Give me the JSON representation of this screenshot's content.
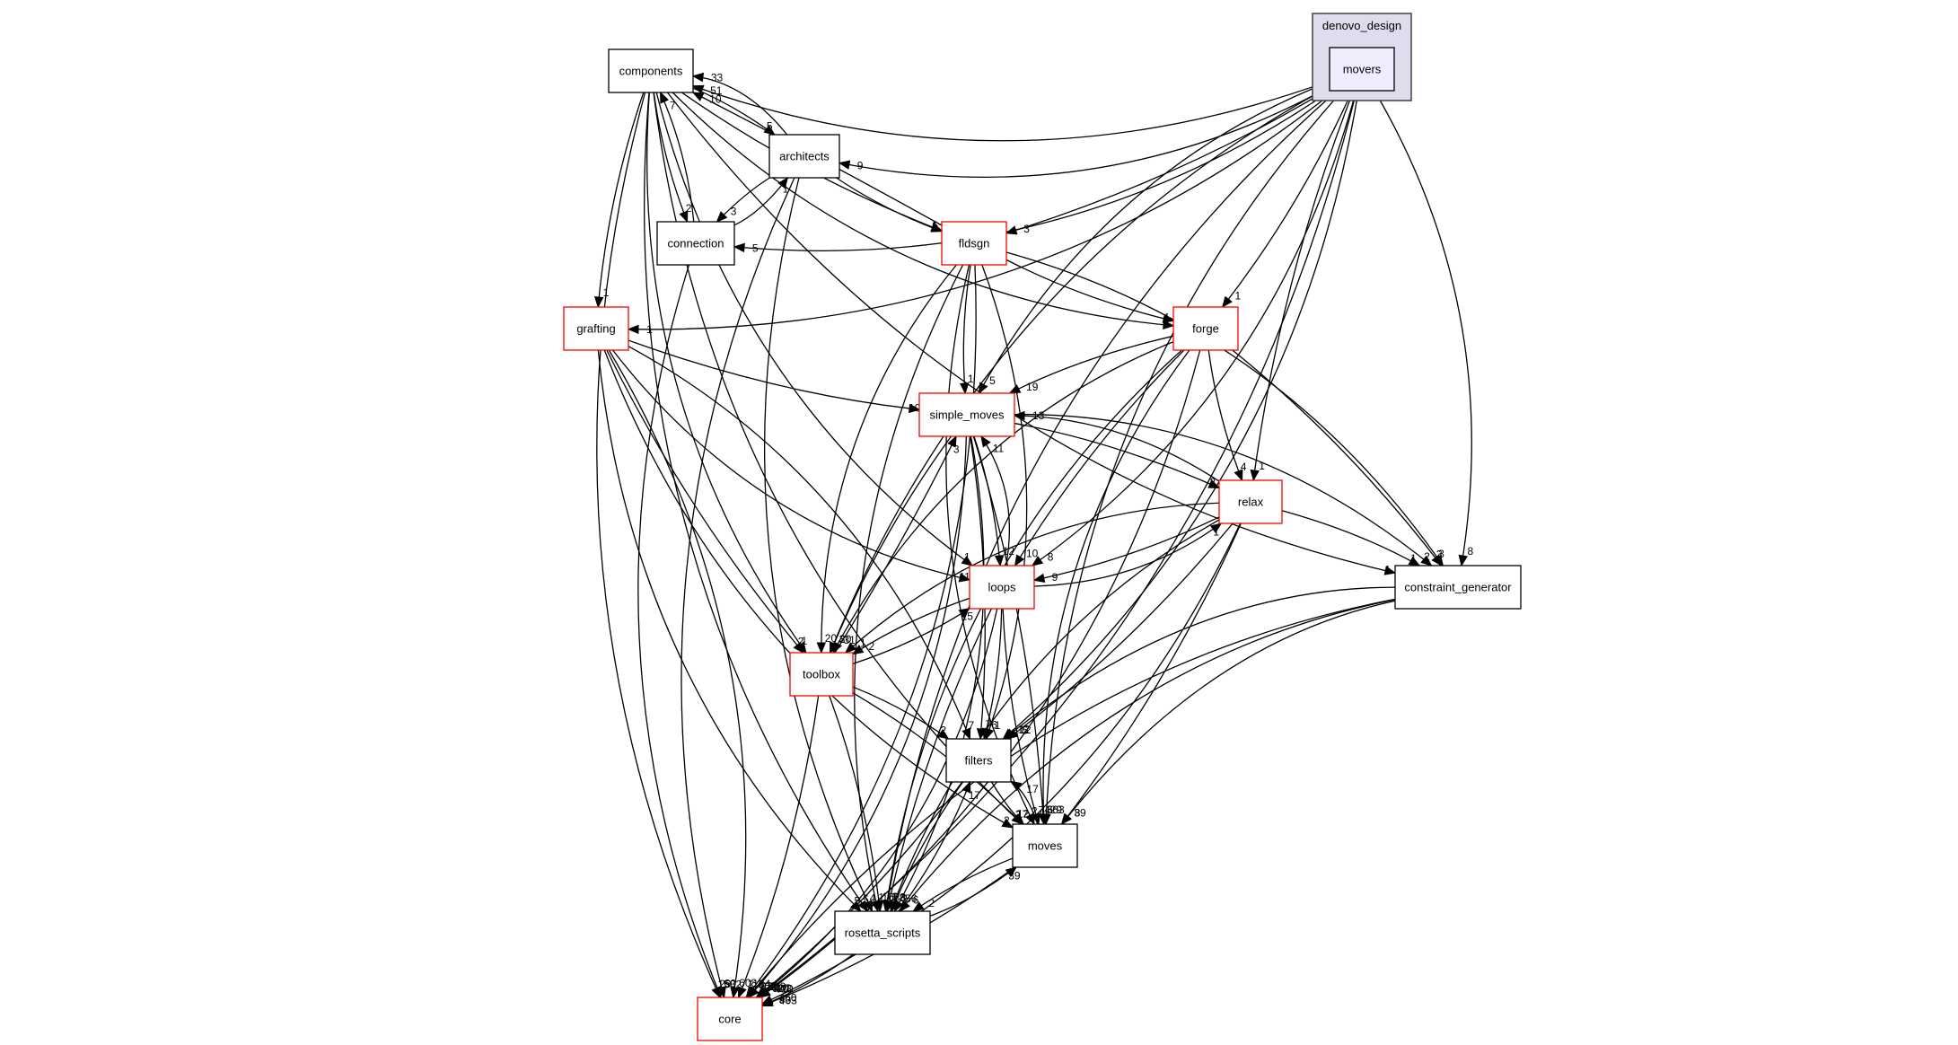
{
  "title": "movers dependency graph",
  "cluster": {
    "label": "denovo_design"
  },
  "nodes": [
    {
      "id": "movers",
      "label": "movers",
      "style": "inner"
    },
    {
      "id": "components",
      "label": "components",
      "style": "black"
    },
    {
      "id": "architects",
      "label": "architects",
      "style": "black"
    },
    {
      "id": "connection",
      "label": "connection",
      "style": "black"
    },
    {
      "id": "fldsgn",
      "label": "fldsgn",
      "style": "red"
    },
    {
      "id": "grafting",
      "label": "grafting",
      "style": "red"
    },
    {
      "id": "forge",
      "label": "forge",
      "style": "red"
    },
    {
      "id": "simple_moves",
      "label": "simple_moves",
      "style": "red"
    },
    {
      "id": "relax",
      "label": "relax",
      "style": "red"
    },
    {
      "id": "loops",
      "label": "loops",
      "style": "red"
    },
    {
      "id": "constraint_generator",
      "label": "constraint_generator",
      "style": "black"
    },
    {
      "id": "toolbox",
      "label": "toolbox",
      "style": "red"
    },
    {
      "id": "filters",
      "label": "filters",
      "style": "black"
    },
    {
      "id": "moves",
      "label": "moves",
      "style": "black"
    },
    {
      "id": "rosetta_scripts",
      "label": "rosetta_scripts",
      "style": "black"
    },
    {
      "id": "core",
      "label": "core",
      "style": "red"
    }
  ],
  "edges": [
    {
      "from": "movers",
      "to": "components",
      "label": "51"
    },
    {
      "from": "movers",
      "to": "architects",
      "label": "9"
    },
    {
      "from": "movers",
      "to": "connection",
      "label": "5"
    },
    {
      "from": "movers",
      "to": "fldsgn",
      "label": "3"
    },
    {
      "from": "movers",
      "to": "grafting",
      "label": "1"
    },
    {
      "from": "movers",
      "to": "forge",
      "label": "1"
    },
    {
      "from": "movers",
      "to": "simple_moves",
      "label": "5"
    },
    {
      "from": "movers",
      "to": "relax",
      "label": "1"
    },
    {
      "from": "movers",
      "to": "loops",
      "label": "8"
    },
    {
      "from": "movers",
      "to": "constraint_generator",
      "label": "8"
    },
    {
      "from": "movers",
      "to": "toolbox",
      "label": "3"
    },
    {
      "from": "movers",
      "to": "filters",
      "label": "12"
    },
    {
      "from": "movers",
      "to": "moves",
      "label": "29"
    },
    {
      "from": "movers",
      "to": "rosetta_scripts",
      "label": "6"
    },
    {
      "from": "movers",
      "to": "core",
      "label": "403"
    },
    {
      "from": "components",
      "to": "architects",
      "label": "5"
    },
    {
      "from": "components",
      "to": "connection",
      "label": "2"
    },
    {
      "from": "components",
      "to": "fldsgn",
      "label": "6"
    },
    {
      "from": "components",
      "to": "grafting",
      "label": "1"
    },
    {
      "from": "components",
      "to": "forge",
      "label": "2"
    },
    {
      "from": "components",
      "to": "loops",
      "label": "1"
    },
    {
      "from": "components",
      "to": "constraint_generator",
      "label": "1"
    },
    {
      "from": "components",
      "to": "toolbox",
      "label": "1"
    },
    {
      "from": "components",
      "to": "moves",
      "label": "2"
    },
    {
      "from": "components",
      "to": "rosetta_scripts",
      "label": "5"
    },
    {
      "from": "components",
      "to": "core",
      "label": "1532"
    },
    {
      "from": "architects",
      "to": "components",
      "label": "33"
    },
    {
      "from": "architects",
      "to": "connection",
      "label": "3"
    },
    {
      "from": "architects",
      "to": "fldsgn",
      "label": "1"
    },
    {
      "from": "architects",
      "to": "rosetta_scripts",
      "label": "4"
    },
    {
      "from": "architects",
      "to": "core",
      "label": "60"
    },
    {
      "from": "connection",
      "to": "components",
      "label": "7"
    },
    {
      "from": "connection",
      "to": "architects",
      "label": "1"
    },
    {
      "from": "connection",
      "to": "core",
      "label": "29"
    },
    {
      "from": "fldsgn",
      "to": "components",
      "label": "10"
    },
    {
      "from": "fldsgn",
      "to": "forge",
      "label": "4"
    },
    {
      "from": "fldsgn",
      "to": "simple_moves",
      "label": "1"
    },
    {
      "from": "fldsgn",
      "to": "constraint_generator",
      "label": "3"
    },
    {
      "from": "fldsgn",
      "to": "toolbox",
      "label": "20"
    },
    {
      "from": "fldsgn",
      "to": "filters",
      "label": "1"
    },
    {
      "from": "fldsgn",
      "to": "moves",
      "label": "2"
    },
    {
      "from": "fldsgn",
      "to": "rosetta_scripts",
      "label": "1"
    },
    {
      "from": "fldsgn",
      "to": "core",
      "label": "403"
    },
    {
      "from": "grafting",
      "to": "simple_moves",
      "label": "10"
    },
    {
      "from": "grafting",
      "to": "loops",
      "label": "11"
    },
    {
      "from": "grafting",
      "to": "toolbox",
      "label": "2"
    },
    {
      "from": "grafting",
      "to": "filters",
      "label": "7"
    },
    {
      "from": "grafting",
      "to": "moves",
      "label": "2"
    },
    {
      "from": "grafting",
      "to": "rosetta_scripts",
      "label": "5"
    },
    {
      "from": "grafting",
      "to": "core",
      "label": "608"
    },
    {
      "from": "forge",
      "to": "simple_moves",
      "label": "19"
    },
    {
      "from": "forge",
      "to": "relax",
      "label": "4"
    },
    {
      "from": "forge",
      "to": "loops",
      "label": "10"
    },
    {
      "from": "forge",
      "to": "constraint_generator",
      "label": "3"
    },
    {
      "from": "forge",
      "to": "toolbox",
      "label": "31"
    },
    {
      "from": "forge",
      "to": "moves",
      "label": "6"
    },
    {
      "from": "forge",
      "to": "rosetta_scripts",
      "label": "1"
    },
    {
      "from": "forge",
      "to": "core",
      "label": "420"
    },
    {
      "from": "simple_moves",
      "to": "relax",
      "label": "2"
    },
    {
      "from": "simple_moves",
      "to": "loops",
      "label": "12"
    },
    {
      "from": "simple_moves",
      "to": "constraint_generator",
      "label": "2"
    },
    {
      "from": "simple_moves",
      "to": "toolbox",
      "label": "20"
    },
    {
      "from": "simple_moves",
      "to": "filters",
      "label": "7"
    },
    {
      "from": "simple_moves",
      "to": "moves",
      "label": "363"
    },
    {
      "from": "simple_moves",
      "to": "rosetta_scripts",
      "label": "56"
    },
    {
      "from": "simple_moves",
      "to": "core",
      "label": "1532"
    },
    {
      "from": "relax",
      "to": "simple_moves",
      "label": "13"
    },
    {
      "from": "relax",
      "to": "loops",
      "label": "9"
    },
    {
      "from": "relax",
      "to": "constraint_generator",
      "label": "1"
    },
    {
      "from": "relax",
      "to": "toolbox",
      "label": "1"
    },
    {
      "from": "relax",
      "to": "filters",
      "label": "5"
    },
    {
      "from": "relax",
      "to": "moves",
      "label": "39"
    },
    {
      "from": "relax",
      "to": "rosetta_scripts",
      "label": "8"
    },
    {
      "from": "relax",
      "to": "core",
      "label": "460"
    },
    {
      "from": "loops",
      "to": "simple_moves",
      "label": "11"
    },
    {
      "from": "loops",
      "to": "relax",
      "label": "1"
    },
    {
      "from": "loops",
      "to": "toolbox",
      "label": "2"
    },
    {
      "from": "loops",
      "to": "filters",
      "label": "6"
    },
    {
      "from": "loops",
      "to": "moves",
      "label": "74"
    },
    {
      "from": "loops",
      "to": "rosetta_scripts",
      "label": "83"
    },
    {
      "from": "loops",
      "to": "core",
      "label": "507"
    },
    {
      "from": "constraint_generator",
      "to": "filters",
      "label": "12"
    },
    {
      "from": "constraint_generator",
      "to": "moves",
      "label": "8"
    },
    {
      "from": "constraint_generator",
      "to": "rosetta_scripts",
      "label": "6"
    },
    {
      "from": "constraint_generator",
      "to": "core",
      "label": "93"
    },
    {
      "from": "toolbox",
      "to": "simple_moves",
      "label": "3"
    },
    {
      "from": "toolbox",
      "to": "loops",
      "label": "15"
    },
    {
      "from": "toolbox",
      "to": "filters",
      "label": "2"
    },
    {
      "from": "toolbox",
      "to": "moves",
      "label": "17"
    },
    {
      "from": "toolbox",
      "to": "rosetta_scripts",
      "label": "16"
    },
    {
      "from": "toolbox",
      "to": "core",
      "label": "1184"
    },
    {
      "from": "filters",
      "to": "moves",
      "label": "12"
    },
    {
      "from": "filters",
      "to": "rosetta_scripts",
      "label": "3"
    },
    {
      "from": "filters",
      "to": "core",
      "label": "420"
    },
    {
      "from": "moves",
      "to": "filters",
      "label": "17"
    },
    {
      "from": "moves",
      "to": "rosetta_scripts",
      "label": "2"
    },
    {
      "from": "moves",
      "to": "core",
      "label": "403"
    },
    {
      "from": "rosetta_scripts",
      "to": "filters",
      "label": "17"
    },
    {
      "from": "rosetta_scripts",
      "to": "moves",
      "label": "39"
    },
    {
      "from": "rosetta_scripts",
      "to": "core",
      "label": "93"
    }
  ]
}
